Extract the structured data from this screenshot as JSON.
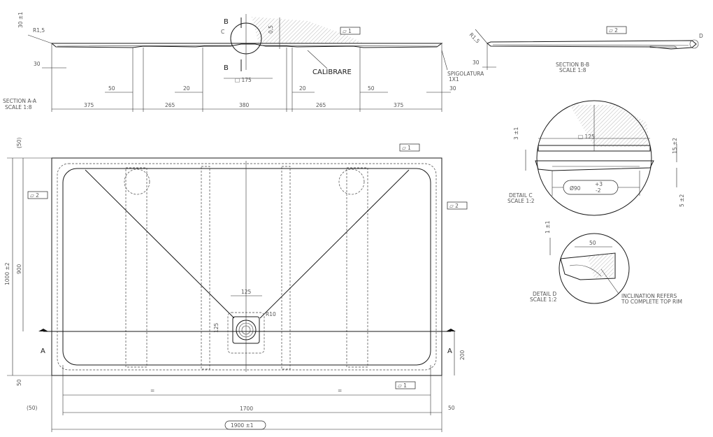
{
  "labels": {
    "section_aa": "SECTION A-A",
    "section_aa_scale": "SCALE 1:8",
    "section_bb": "SECTION B-B",
    "section_bb_scale": "SCALE 1:8",
    "detail_c": "DETAIL C",
    "detail_c_scale": "SCALE 1:2",
    "detail_d": "DETAIL D",
    "detail_d_scale": "SCALE 1:2",
    "calibrare": "CALIBRARE",
    "spigolatura": "SPIGOLATURA",
    "spigolatura_sub": "1X1",
    "inclination_1": "INCLINATION REFERS",
    "inclination_2": "TO COMPLETE TOP RIM",
    "mark_b": "B",
    "mark_a": "A",
    "mark_c": "C",
    "mark_d": "D"
  },
  "dims": {
    "d30_pm1": "30 ±1",
    "r15": "R1,5",
    "d0_5": "0,5",
    "d30": "30",
    "d50": "50",
    "d20": "20",
    "d175": "□ 175",
    "d375": "375",
    "d265": "265",
    "d380": "380",
    "d50p": "(50)",
    "d1000": "1000 ±2",
    "d900": "900",
    "d125": "125",
    "r10": "R10",
    "d200": "200",
    "d1700": "1700",
    "d1900": "1900 ±1",
    "eq": "=",
    "dc125": "□ 125",
    "d3pm1": "3 ±1",
    "d15pm2": "15 ±2",
    "d5pm2": "5 ±2",
    "d90": "Ø90",
    "d90_tol_up": "+3",
    "d90_tol_dn": "-2",
    "d1pm1": "1 ±1",
    "flat1": "▱ 1",
    "flat2": "▱ 2"
  }
}
